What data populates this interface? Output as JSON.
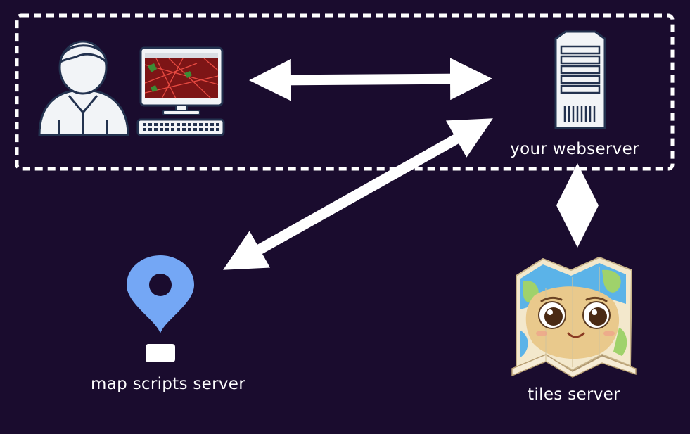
{
  "labels": {
    "webserver": "your webserver",
    "map_scripts": "map scripts server",
    "tiles": "tiles server"
  },
  "colors": {
    "background": "#1a0c2e",
    "foreground": "#ffffff",
    "pin": "#74a7f5",
    "map_land": "#e9c98c",
    "map_water": "#5bb3e8",
    "map_green": "#9fd26b"
  },
  "icons": [
    "user-icon",
    "computer-monitor-icon",
    "keyboard-icon",
    "server-tower-icon",
    "map-pin-icon",
    "map-character-icon"
  ]
}
